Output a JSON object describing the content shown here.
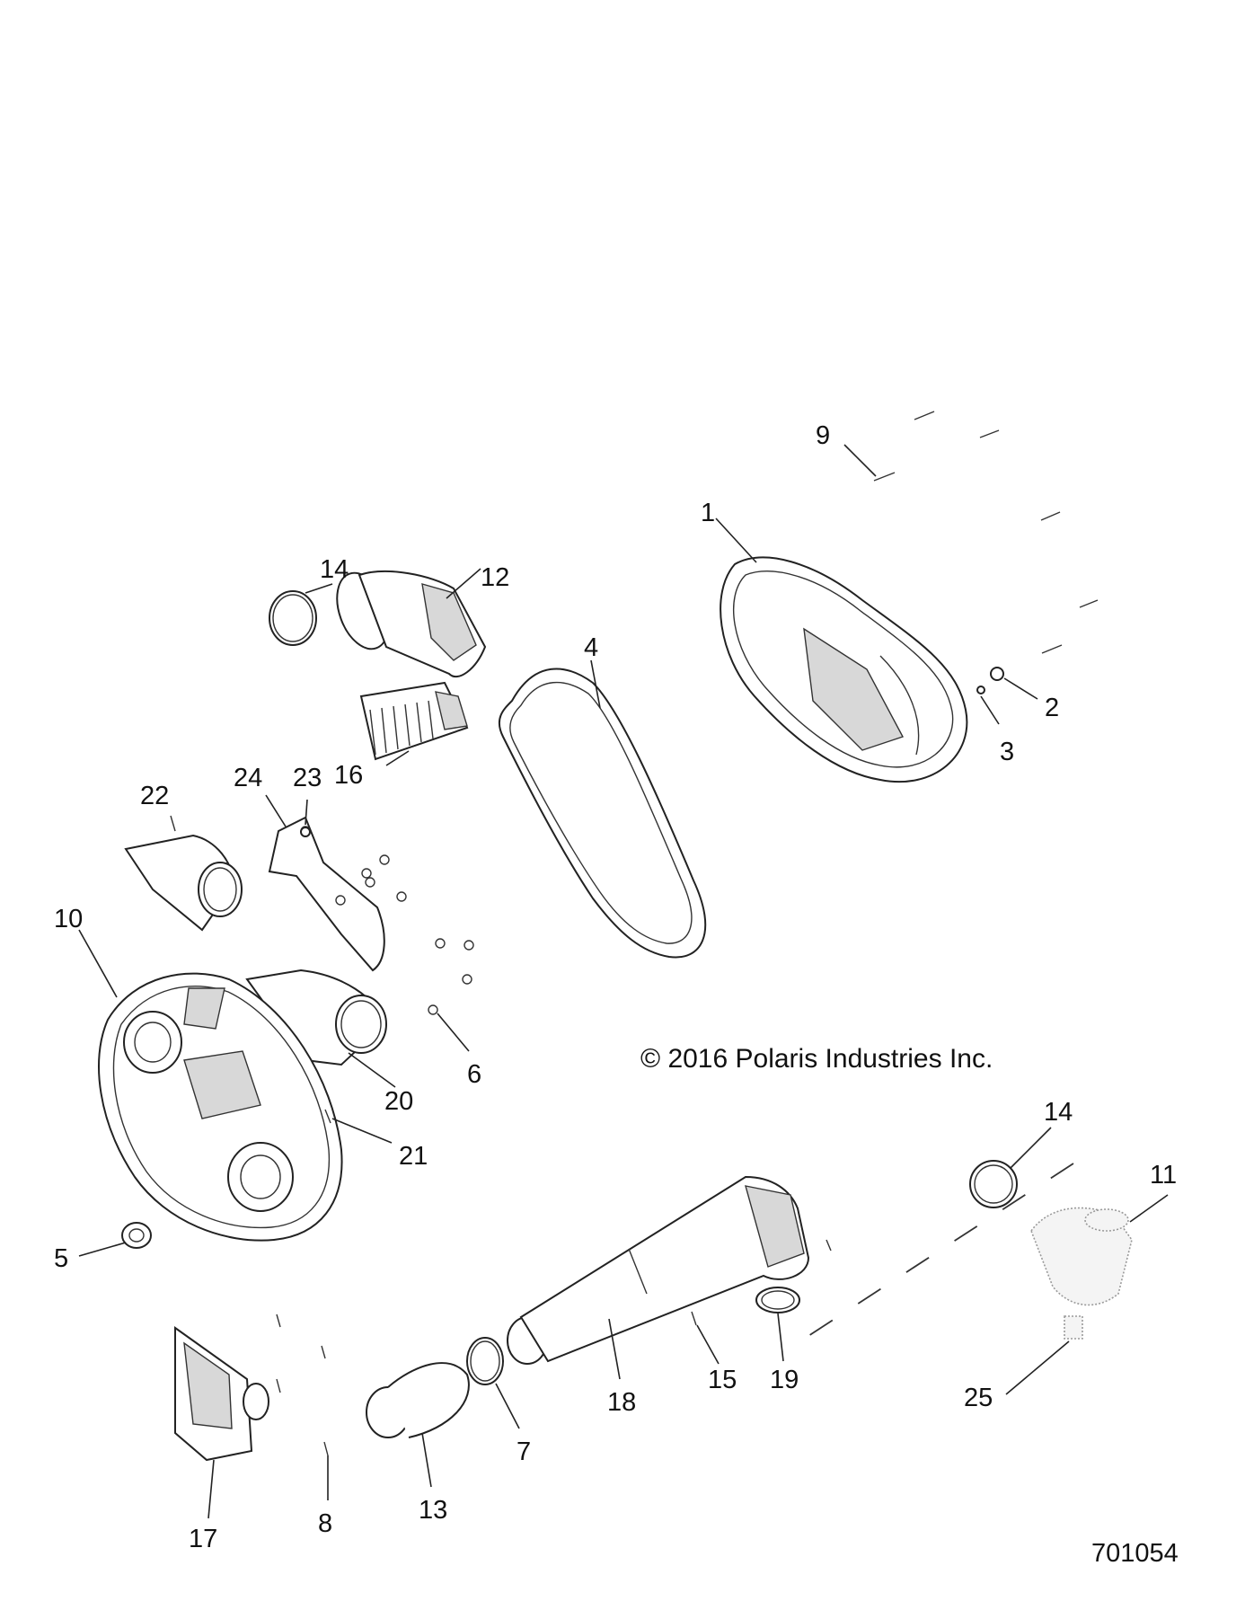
{
  "copyright": "© 2016 Polaris Industries Inc.",
  "figure_number": "701054",
  "callouts": {
    "c1": "1",
    "c2": "2",
    "c3": "3",
    "c4": "4",
    "c5": "5",
    "c6": "6",
    "c7": "7",
    "c8": "8",
    "c9": "9",
    "c10": "10",
    "c11": "11",
    "c12": "12",
    "c13": "13",
    "c14a": "14",
    "c14b": "14",
    "c15": "15",
    "c16": "16",
    "c17": "17",
    "c18": "18",
    "c19": "19",
    "c20": "20",
    "c21": "21",
    "c22": "22",
    "c23": "23",
    "c24": "24",
    "c25": "25"
  }
}
